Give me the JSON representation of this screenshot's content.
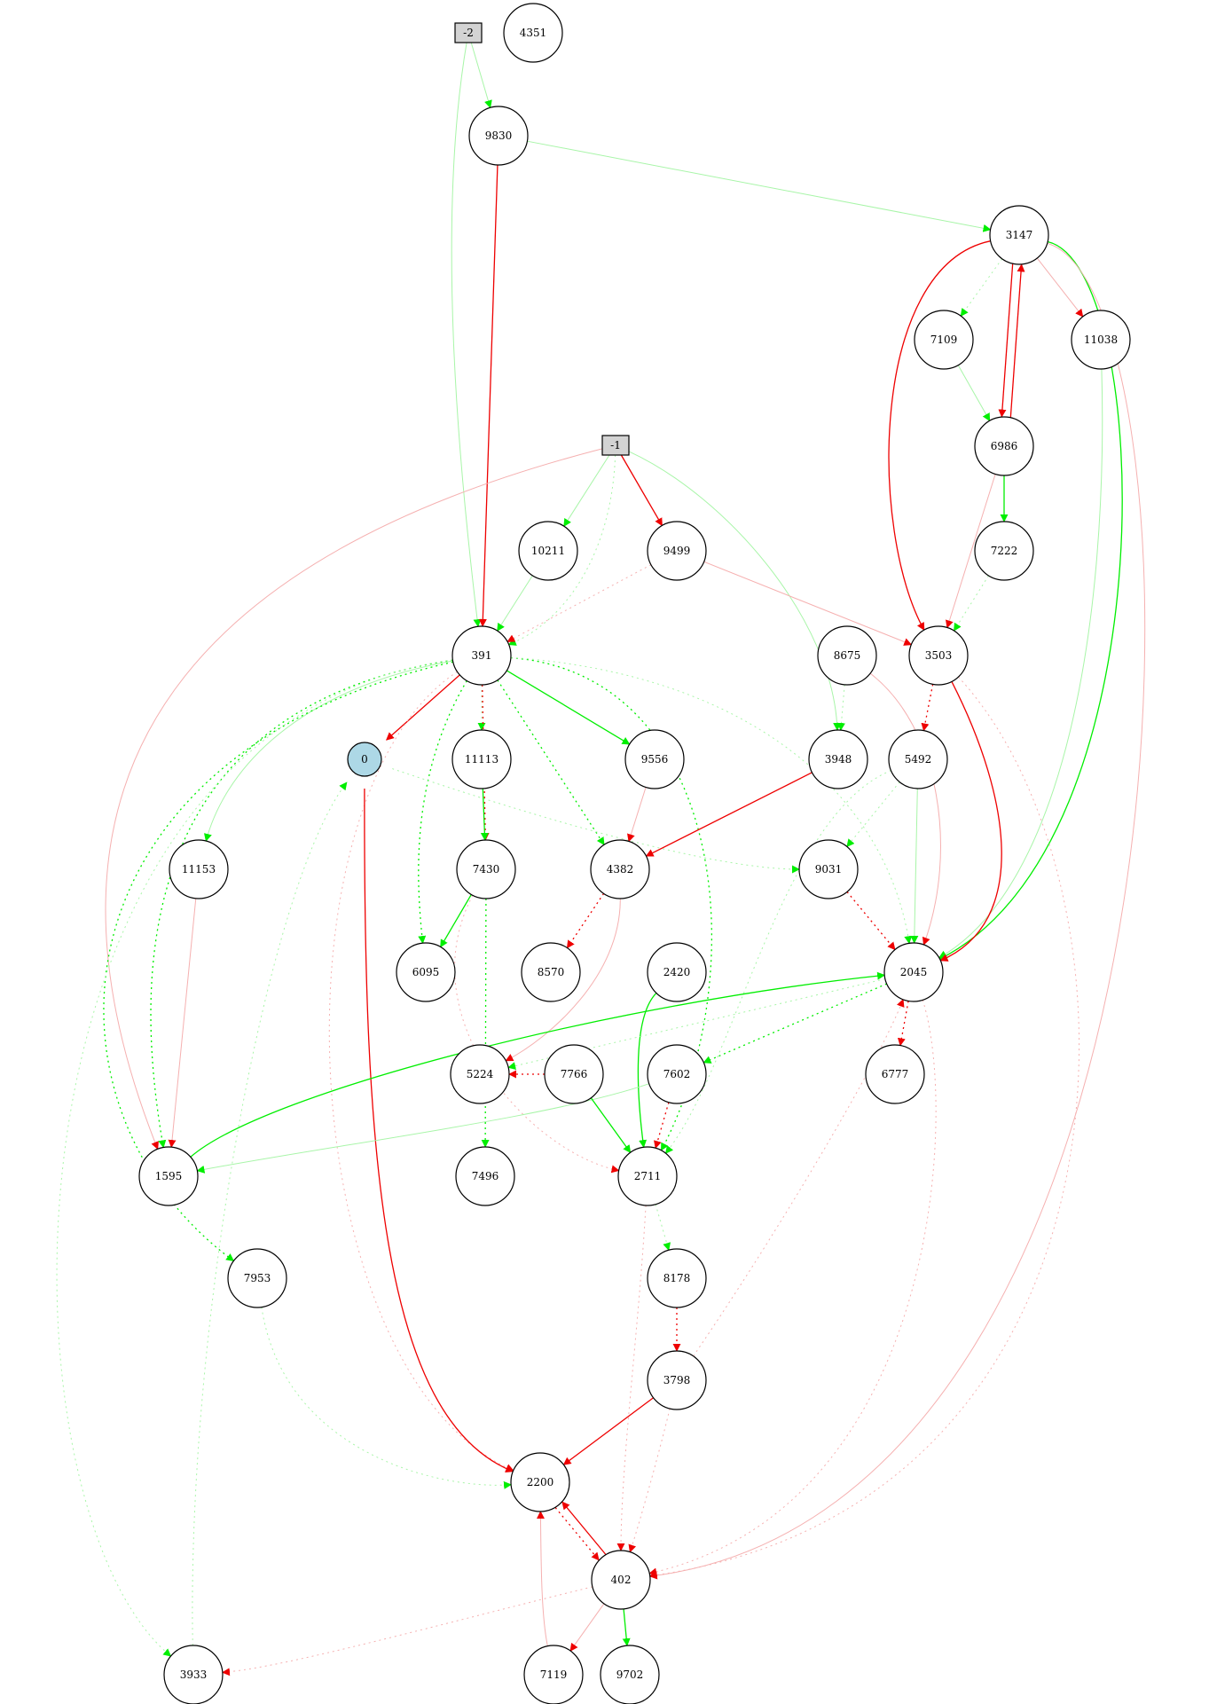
{
  "colors": {
    "excitatory": "#00ee00",
    "inhibitory": "#ee0000",
    "excitatory_weak": "#a8f5a8",
    "inhibitory_weak": "#f5b0b0",
    "input_fill": "#d3d3d3",
    "output_fill": "#add8e6",
    "node_stroke": "#000000"
  },
  "nodes": [
    {
      "id": "-2",
      "label": "-2",
      "shape": "box",
      "kind": "input"
    },
    {
      "id": "-1",
      "label": "-1",
      "shape": "box",
      "kind": "input"
    },
    {
      "id": "4351",
      "label": "4351",
      "shape": "circle"
    },
    {
      "id": "9830",
      "label": "9830",
      "shape": "circle"
    },
    {
      "id": "3147",
      "label": "3147",
      "shape": "circle"
    },
    {
      "id": "7109",
      "label": "7109",
      "shape": "circle"
    },
    {
      "id": "11038",
      "label": "11038",
      "shape": "circle"
    },
    {
      "id": "6986",
      "label": "6986",
      "shape": "circle"
    },
    {
      "id": "10211",
      "label": "10211",
      "shape": "circle"
    },
    {
      "id": "9499",
      "label": "9499",
      "shape": "circle"
    },
    {
      "id": "7222",
      "label": "7222",
      "shape": "circle"
    },
    {
      "id": "391",
      "label": "391",
      "shape": "circle"
    },
    {
      "id": "8675",
      "label": "8675",
      "shape": "circle"
    },
    {
      "id": "3503",
      "label": "3503",
      "shape": "circle"
    },
    {
      "id": "0",
      "label": "0",
      "shape": "circle",
      "kind": "output"
    },
    {
      "id": "11113",
      "label": "11113",
      "shape": "circle"
    },
    {
      "id": "9556",
      "label": "9556",
      "shape": "circle"
    },
    {
      "id": "3948",
      "label": "3948",
      "shape": "circle"
    },
    {
      "id": "5492",
      "label": "5492",
      "shape": "circle"
    },
    {
      "id": "11153",
      "label": "11153",
      "shape": "circle"
    },
    {
      "id": "7430",
      "label": "7430",
      "shape": "circle"
    },
    {
      "id": "4382",
      "label": "4382",
      "shape": "circle"
    },
    {
      "id": "9031",
      "label": "9031",
      "shape": "circle"
    },
    {
      "id": "6095",
      "label": "6095",
      "shape": "circle"
    },
    {
      "id": "8570",
      "label": "8570",
      "shape": "circle"
    },
    {
      "id": "2420",
      "label": "2420",
      "shape": "circle"
    },
    {
      "id": "2045",
      "label": "2045",
      "shape": "circle"
    },
    {
      "id": "5224",
      "label": "5224",
      "shape": "circle"
    },
    {
      "id": "7766",
      "label": "7766",
      "shape": "circle"
    },
    {
      "id": "7602",
      "label": "7602",
      "shape": "circle"
    },
    {
      "id": "6777",
      "label": "6777",
      "shape": "circle"
    },
    {
      "id": "1595",
      "label": "1595",
      "shape": "circle"
    },
    {
      "id": "7496",
      "label": "7496",
      "shape": "circle"
    },
    {
      "id": "2711",
      "label": "2711",
      "shape": "circle"
    },
    {
      "id": "7953",
      "label": "7953",
      "shape": "circle"
    },
    {
      "id": "8178",
      "label": "8178",
      "shape": "circle"
    },
    {
      "id": "3798",
      "label": "3798",
      "shape": "circle"
    },
    {
      "id": "2200",
      "label": "2200",
      "shape": "circle"
    },
    {
      "id": "402",
      "label": "402",
      "shape": "circle"
    },
    {
      "id": "3933",
      "label": "3933",
      "shape": "circle"
    },
    {
      "id": "7119",
      "label": "7119",
      "shape": "circle"
    },
    {
      "id": "9702",
      "label": "9702",
      "shape": "circle"
    }
  ],
  "edges": [
    {
      "from": "-2",
      "to": "9830",
      "sign": "excitatory",
      "strength": "weak",
      "style": "solid"
    },
    {
      "from": "-2",
      "to": "391",
      "sign": "excitatory",
      "strength": "weak",
      "style": "solid"
    },
    {
      "from": "9830",
      "to": "3147",
      "sign": "excitatory",
      "strength": "weak",
      "style": "solid"
    },
    {
      "from": "9830",
      "to": "391",
      "sign": "inhibitory",
      "strength": "strong",
      "style": "solid"
    },
    {
      "from": "3147",
      "to": "7109",
      "sign": "excitatory",
      "strength": "weak",
      "style": "dotted"
    },
    {
      "from": "3147",
      "to": "11038",
      "sign": "inhibitory",
      "strength": "weak",
      "style": "solid"
    },
    {
      "from": "3147",
      "to": "6986",
      "sign": "inhibitory",
      "strength": "strong",
      "style": "solid"
    },
    {
      "from": "6986",
      "to": "3147",
      "sign": "inhibitory",
      "strength": "strong",
      "style": "solid"
    },
    {
      "from": "3147",
      "to": "3503",
      "sign": "inhibitory",
      "strength": "strong",
      "style": "solid"
    },
    {
      "from": "3147",
      "to": "2045",
      "sign": "excitatory",
      "strength": "strong",
      "style": "solid"
    },
    {
      "from": "3147",
      "to": "402",
      "sign": "inhibitory",
      "strength": "weak",
      "style": "solid"
    },
    {
      "from": "7109",
      "to": "6986",
      "sign": "excitatory",
      "strength": "weak",
      "style": "solid"
    },
    {
      "from": "11038",
      "to": "2045",
      "sign": "excitatory",
      "strength": "weak",
      "style": "solid"
    },
    {
      "from": "6986",
      "to": "7222",
      "sign": "excitatory",
      "strength": "strong",
      "style": "solid"
    },
    {
      "from": "6986",
      "to": "3503",
      "sign": "inhibitory",
      "strength": "weak",
      "style": "solid"
    },
    {
      "from": "7222",
      "to": "3503",
      "sign": "excitatory",
      "strength": "weak",
      "style": "dotted"
    },
    {
      "from": "-1",
      "to": "10211",
      "sign": "excitatory",
      "strength": "weak",
      "style": "solid"
    },
    {
      "from": "-1",
      "to": "9499",
      "sign": "inhibitory",
      "strength": "strong",
      "style": "solid"
    },
    {
      "from": "-1",
      "to": "391",
      "sign": "excitatory",
      "strength": "weak",
      "style": "dotted"
    },
    {
      "from": "-1",
      "to": "3948",
      "sign": "excitatory",
      "strength": "weak",
      "style": "solid"
    },
    {
      "from": "-1",
      "to": "1595",
      "sign": "inhibitory",
      "strength": "weak",
      "style": "solid"
    },
    {
      "from": "10211",
      "to": "391",
      "sign": "excitatory",
      "strength": "weak",
      "style": "solid"
    },
    {
      "from": "9499",
      "to": "391",
      "sign": "inhibitory",
      "strength": "weak",
      "style": "dotted"
    },
    {
      "from": "9499",
      "to": "3503",
      "sign": "inhibitory",
      "strength": "weak",
      "style": "solid"
    },
    {
      "from": "391",
      "to": "0",
      "sign": "inhibitory",
      "strength": "strong",
      "style": "solid"
    },
    {
      "from": "391",
      "to": "11113",
      "sign": "excitatory",
      "strength": "weak",
      "style": "dotted"
    },
    {
      "from": "391",
      "to": "9556",
      "sign": "excitatory",
      "strength": "strong",
      "style": "solid"
    },
    {
      "from": "391",
      "to": "7430",
      "sign": "inhibitory",
      "strength": "strong",
      "style": "dotted"
    },
    {
      "from": "391",
      "to": "4382",
      "sign": "excitatory",
      "strength": "strong",
      "style": "dotted"
    },
    {
      "from": "391",
      "to": "6095",
      "sign": "excitatory",
      "strength": "strong",
      "style": "dotted"
    },
    {
      "from": "391",
      "to": "11153",
      "sign": "excitatory",
      "strength": "weak",
      "style": "solid"
    },
    {
      "from": "391",
      "to": "1595",
      "sign": "excitatory",
      "strength": "strong",
      "style": "dotted"
    },
    {
      "from": "391",
      "to": "7953",
      "sign": "excitatory",
      "strength": "strong",
      "style": "dotted"
    },
    {
      "from": "391",
      "to": "3933",
      "sign": "excitatory",
      "strength": "weak",
      "style": "dotted"
    },
    {
      "from": "391",
      "to": "2711",
      "sign": "excitatory",
      "strength": "strong",
      "style": "dotted"
    },
    {
      "from": "391",
      "to": "2045",
      "sign": "excitatory",
      "strength": "weak",
      "style": "dotted"
    },
    {
      "from": "391",
      "to": "2200",
      "sign": "inhibitory",
      "strength": "weak",
      "style": "dotted"
    },
    {
      "from": "0",
      "to": "2200",
      "sign": "inhibitory",
      "strength": "strong",
      "style": "solid"
    },
    {
      "from": "0",
      "to": "9031",
      "sign": "excitatory",
      "strength": "weak",
      "style": "dotted"
    },
    {
      "from": "11113",
      "to": "7430",
      "sign": "excitatory",
      "strength": "strong",
      "style": "solid"
    },
    {
      "from": "9556",
      "to": "4382",
      "sign": "inhibitory",
      "strength": "weak",
      "style": "solid"
    },
    {
      "from": "3948",
      "to": "4382",
      "sign": "inhibitory",
      "strength": "strong",
      "style": "solid"
    },
    {
      "from": "8675",
      "to": "3948",
      "sign": "excitatory",
      "strength": "weak",
      "style": "dotted"
    },
    {
      "from": "8675",
      "to": "2045",
      "sign": "inhibitory",
      "strength": "weak",
      "style": "solid"
    },
    {
      "from": "3503",
      "to": "5492",
      "sign": "inhibitory",
      "strength": "strong",
      "style": "dotted"
    },
    {
      "from": "3503",
      "to": "2045",
      "sign": "inhibitory",
      "strength": "strong",
      "style": "solid"
    },
    {
      "from": "3503",
      "to": "402",
      "sign": "inhibitory",
      "strength": "weak",
      "style": "dotted"
    },
    {
      "from": "5492",
      "to": "9031",
      "sign": "excitatory",
      "strength": "weak",
      "style": "dotted"
    },
    {
      "from": "5492",
      "to": "2045",
      "sign": "excitatory",
      "strength": "weak",
      "style": "solid"
    },
    {
      "from": "5492",
      "to": "2711",
      "sign": "excitatory",
      "strength": "weak",
      "style": "dotted"
    },
    {
      "from": "11153",
      "to": "1595",
      "sign": "inhibitory",
      "strength": "weak",
      "style": "solid"
    },
    {
      "from": "7430",
      "to": "6095",
      "sign": "excitatory",
      "strength": "strong",
      "style": "solid"
    },
    {
      "from": "7430",
      "to": "2711",
      "sign": "inhibitory",
      "strength": "weak",
      "style": "dotted"
    },
    {
      "from": "4382",
      "to": "8570",
      "sign": "inhibitory",
      "strength": "strong",
      "style": "dotted"
    },
    {
      "from": "4382",
      "to": "5224",
      "sign": "inhibitory",
      "strength": "weak",
      "style": "solid"
    },
    {
      "from": "9031",
      "to": "2045",
      "sign": "inhibitory",
      "strength": "strong",
      "style": "dotted"
    },
    {
      "from": "2420",
      "to": "2711",
      "sign": "excitatory",
      "strength": "strong",
      "style": "solid"
    },
    {
      "from": "2045",
      "to": "6777",
      "sign": "inhibitory",
      "strength": "strong",
      "style": "dotted"
    },
    {
      "from": "2045",
      "to": "7602",
      "sign": "excitatory",
      "strength": "strong",
      "style": "dotted"
    },
    {
      "from": "2045",
      "to": "5224",
      "sign": "excitatory",
      "strength": "weak",
      "style": "dotted"
    },
    {
      "from": "2045",
      "to": "402",
      "sign": "inhibitory",
      "strength": "weak",
      "style": "dotted"
    },
    {
      "from": "1595",
      "to": "2045",
      "sign": "excitatory",
      "strength": "strong",
      "style": "solid"
    },
    {
      "from": "7602",
      "to": "1595",
      "sign": "excitatory",
      "strength": "weak",
      "style": "solid"
    },
    {
      "from": "7602",
      "to": "2711",
      "sign": "inhibitory",
      "strength": "strong",
      "style": "dotted"
    },
    {
      "from": "7766",
      "to": "2711",
      "sign": "excitatory",
      "strength": "strong",
      "style": "solid"
    },
    {
      "from": "7766",
      "to": "5224",
      "sign": "inhibitory",
      "strength": "strong",
      "style": "dotted"
    },
    {
      "from": "7430",
      "to": "7496",
      "sign": "excitatory",
      "strength": "strong",
      "style": "dotted"
    },
    {
      "from": "2711",
      "to": "8178",
      "sign": "excitatory",
      "strength": "weak",
      "style": "dotted"
    },
    {
      "from": "2711",
      "to": "402",
      "sign": "inhibitory",
      "strength": "weak",
      "style": "dotted"
    },
    {
      "from": "8178",
      "to": "3798",
      "sign": "inhibitory",
      "strength": "strong",
      "style": "dotted"
    },
    {
      "from": "3798",
      "to": "2045",
      "sign": "inhibitory",
      "strength": "weak",
      "style": "dotted"
    },
    {
      "from": "3798",
      "to": "2200",
      "sign": "inhibitory",
      "strength": "strong",
      "style": "solid"
    },
    {
      "from": "3798",
      "to": "402",
      "sign": "inhibitory",
      "strength": "weak",
      "style": "dotted"
    },
    {
      "from": "7953",
      "to": "2200",
      "sign": "excitatory",
      "strength": "weak",
      "style": "dotted"
    },
    {
      "from": "2200",
      "to": "402",
      "sign": "inhibitory",
      "strength": "strong",
      "style": "dotted"
    },
    {
      "from": "402",
      "to": "2200",
      "sign": "inhibitory",
      "strength": "strong",
      "style": "solid"
    },
    {
      "from": "402",
      "to": "7119",
      "sign": "inhibitory",
      "strength": "weak",
      "style": "solid"
    },
    {
      "from": "402",
      "to": "9702",
      "sign": "excitatory",
      "strength": "strong",
      "style": "solid"
    },
    {
      "from": "402",
      "to": "3933",
      "sign": "inhibitory",
      "strength": "weak",
      "style": "dotted"
    },
    {
      "from": "7119",
      "to": "2200",
      "sign": "inhibitory",
      "strength": "weak",
      "style": "solid"
    },
    {
      "from": "3933",
      "to": "0",
      "sign": "excitatory",
      "strength": "weak",
      "style": "dotted"
    }
  ]
}
